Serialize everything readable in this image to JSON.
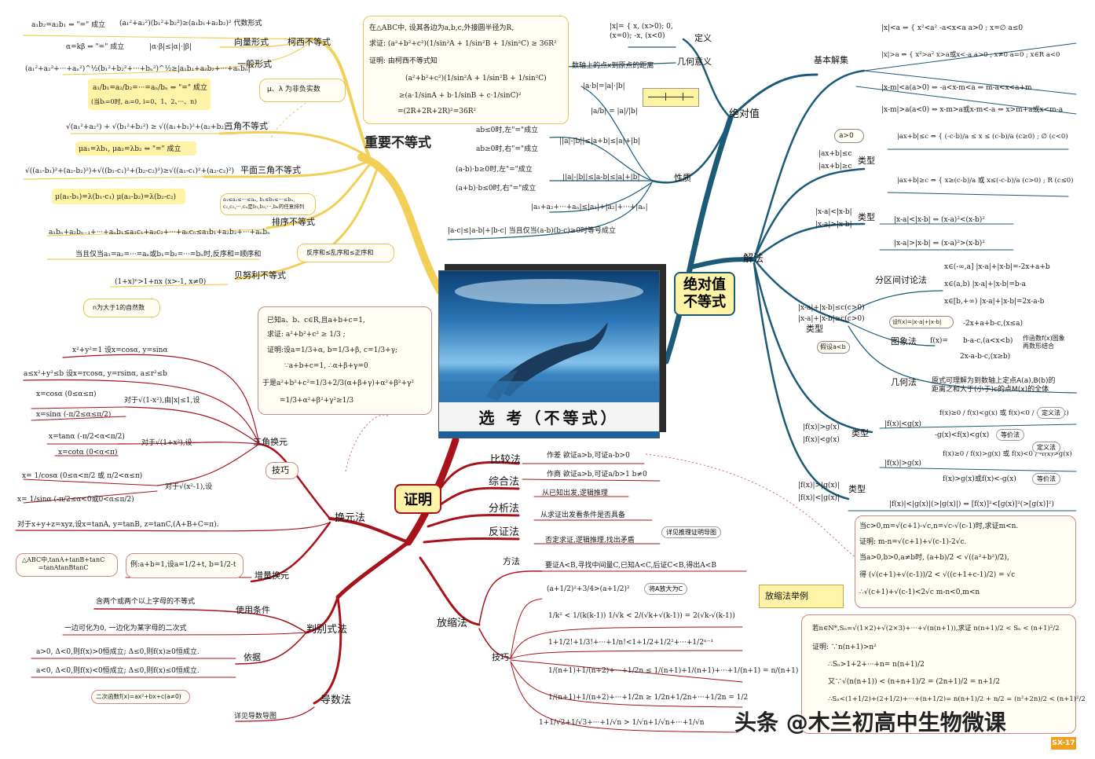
{
  "center": {
    "title": "选 考（不等式）",
    "picture": "dolphin-photo"
  },
  "important": {
    "title": "重要不等式",
    "cauchy": {
      "title": "柯西不等式",
      "eq_condition": "a₁b₂=a₂b₁ ⇔ \"=\" 成立",
      "formula": "(a₁²+a₂²)(b₁²+b₂²)≥(a₁b₁+a₂b₂)² 代数形式",
      "vector_cond": "α=kβ ⇔ \"=\" 成立",
      "vector": "|α·β|≤|α|·|β|",
      "vector_label": "向量形式",
      "general": "(a₁²+a₂²+···+aₙ²)^½(b₁²+b₂²+···+bₙ²)^½≥|a₁b₁+a₂b₂+···+aₙbₙ|",
      "general_label": "一般形式",
      "general_cond": "a₁/b₁=a₂/b₂=···=aₙ/bₙ ⇔ \"=\" 成立",
      "general_cond2": "(当bᵢ=0时, aᵢ=0, i=0、1、2、···、n)",
      "lambda_note": "μ、λ 为非负实数"
    },
    "triangle": {
      "title": "三角不等式",
      "formula": "√(a₁²+a₂²) + √(b₁²+b₂²) ≥ √((a₁+b₁)²+(a₂+b₂)²)",
      "cond": "μa₁=λb₁, μa₂=λb₂ ⇔ \"=\" 成立",
      "plane_title": "平面三角不等式",
      "plane": "√((a₁-b₁)²+(a₂-b₂)²)+√((b₁-c₁)²+(b₂-c₂)²)≥√((a₁-c₁)²+(a₂-c₂)²)",
      "plane_cond": "μ(a₁-b₁)=λ(b₁-c₁)  μ(a₂-b₂)=λ(b₂-c₂)"
    },
    "rearrange": {
      "title": "排序不等式",
      "premise": "a₁≤a₂≤···≤aₙ, b₁≤b₂≤···≤bₙ, c₁,c₂,···,cₙ是b₁,b₂,···,bₙ的任意排列",
      "formula": "a₁bₙ+a₂bₙ₋₁+···+aₙb₁≤a₁c₁+a₂c₂+···+aₙcₙ≤a₁b₁+a₂b₂+···+aₙbₙ",
      "cond": "当且仅当a₁=a₂=···=aₙ或b₁=b₂=···=bₙ时,反序和=顺序和",
      "note": "反序和≤乱序和≤正序和"
    },
    "bernoulli": {
      "title": "贝努利不等式",
      "formula": "(1+x)ⁿ>1+nx    (x>-1, x≠0)",
      "note": "n为大于1的自然数"
    },
    "proof_box": {
      "line1": "在△ABC中, 设其各边为a,b,c,外接圆半径为R,",
      "line2": "求证: (a²+b²+c²)(1/sin²A + 1/sin²B + 1/sin²C) ≥ 36R²",
      "line3": "证明: 由柯西不等式知",
      "line4": "(a²+b²+c²)(1/sin²A + 1/sin²B + 1/sin²C)",
      "line5": "≥(a·1/sinA + b·1/sinB + c·1/sinC)²",
      "line6": "=(2R+2R+2R)²=36R²"
    }
  },
  "absolute": {
    "title": "绝对值",
    "definition": "定义",
    "def_formula": "|x|= { x, (x>0); 0, (x=0); -x, (x<0)",
    "geometry": "几何意义",
    "geometry_text": "数轴上的点x到原点的距离",
    "property": "性质",
    "props": [
      "|a·b|=|a|·|b|",
      "|a/b| = |a|/|b|",
      "||a|-|b||≤|a+b|≤|a|+|b|",
      "||a|-|b||≤|a-b|≤|a|+|b|",
      "|a₁+a₂+···+aₙ|≤|a₁|+|a₂|+···+|aₙ|",
      "|a-c|≤|a-b|+|b-c|  当且仅当(a-b)(b-c)≥0时等号成立"
    ],
    "conds": [
      "ab≤0时,左\"=\"成立",
      "ab≥0时,右\"=\"成立",
      "(a-b)·b≥0时,左\"=\"成立",
      "(a+b)·b≤0时,右\"=\"成立"
    ]
  },
  "abs_ineq": {
    "title": "绝对值\n不等式",
    "solve": "解法",
    "basic": "基本解集",
    "basic_items": [
      "|x|<a ⇔ { x²<a²  -a<x<a  a>0 ; x=∅  a≤0",
      "|x|>a ⇔ { x²>a²  x>a或x<-a  a>0 ; x≠0  a=0 ; x∈R  a<0",
      "|x-m|<a(a>0) ⇔ -a<x-m<a ⇔ m-a<x<a+m",
      "|x-m|>a(a<0) ⇔ x-m>a或x-m<-a ⇔ x>m+a或x<m-a"
    ],
    "type": "类型",
    "type1": [
      "|ax+b|≤c",
      "|ax+b|≥c"
    ],
    "type1_note": "a>0",
    "type1_items": [
      "|ax+b|≤c ⇔ { (-c-b)/a ≤ x ≤ (c-b)/a  (c≥0) ; ∅  (c<0)",
      "|ax+b|≥c ⇔ { x≥(c-b)/a 或 x≤(-c-b)/a  (c>0) ; R  (c≤0)"
    ],
    "type2": [
      "|x-a|<|x-b|",
      "|x-a|>|x-b|"
    ],
    "type2_items": [
      "|x-a|<|x-b| ⇔ (x-a)²<(x-b)²",
      "|x-a|>|x-b| ⇔ (x-a)²>(x-b)²"
    ],
    "type3": [
      "|x-a|+|x-b|≤c(c>0)",
      "|x-a|+|x-b|≥c(c>0)"
    ],
    "type3_note": "假设a<b",
    "partition": "分区间讨论法",
    "partition_items": [
      "x∈(-∞,a]   |x-a|+|x-b|=-2x+a+b",
      "x∈(a,b)   |x-a|+|x-b|=b-a",
      "x∈[b,+∞)   |x-a|+|x-b|=2x-a-b"
    ],
    "graph": "图象法",
    "graph_note": "设f(x)=|x-a|+|x-b|",
    "graph_items": [
      "-2x+a+b-c,(x≤a)",
      "b-a-c,(a<x<b)",
      "2x-a-b-c,(x≥b)"
    ],
    "graph_label": "作函数f(x)图象\n再数形结合",
    "geo": "几何法",
    "geo_text": "原式可理解为到数轴上定点A(a),B(b)的\n距离之和大于(小于)c的点M(x)的全体",
    "type4": [
      "|f(x)|>g(x)",
      "|f(x)|<g(x)"
    ],
    "type4_items": [
      "|f(x)|<g(x)",
      "-g(x)<f(x)<g(x)",
      "|f(x)|>g(x)",
      "f(x)>g(x)或f(x)<-g(x)"
    ],
    "def_method": "定义法",
    "equiv_method": "等价法",
    "type5": [
      "|f(x)|>|g(x)|",
      "|f(x)|<|g(x)|"
    ],
    "type5_item": "|f(x)|<|g(x)|(>|g(x)|) ⇔ [f(x)]²<[g(x)]²(>[g(x)]²)"
  },
  "proof": {
    "title": "证明",
    "compare": "比较法",
    "compare_items": [
      "作差 欲证a>b,可证a-b>0",
      "作商 欲证a>b,可证a/b>1  b≠0"
    ],
    "synth": "综合法",
    "synth_item": "从已知出发,逻辑推理",
    "analysis": "分析法",
    "analysis_item": "从求证出发看条件是否具备",
    "contra": "反证法",
    "contra_item": "否定求证,逻辑推理,找出矛盾",
    "contra_note": "详见推理证明导图",
    "scale": "放缩法",
    "scale_method": "方法",
    "scale_method_item": "要证A<B,寻找中间量C,已知A<C,后证C<B,得出A<B",
    "scale_tip": "技巧",
    "scale_note": "将A放大为C",
    "scale_items": [
      "(a+1/2)²+3/4>(a+1/2)²",
      "1/k² < 1/(k(k-1))     1/√k < 2/(√k+√(k-1)) = 2(√k-√(k-1))",
      "1+1/2!+1/3!+···+1/n!<1+1/2+1/2²+···+1/2ⁿ⁻¹",
      "1/(n+1)+1/(n+2)+···+1/2n ≤ 1/(n+1)+1/(n+1)+···+1/(n+1) = n/(n+1)",
      "1/(n+1)+1/(n+2)+···+1/2n ≥ 1/2n+1/2n+···+1/2n = 1/2",
      "1+1/√2+1/√3+···+1/√n > 1/√n+1/√n+···+1/√n"
    ],
    "example_title": "放缩法举例",
    "example1": [
      "当c>0,m=√(c+1)-√c,n=√c-√(c-1)时,求证m<n.",
      "证明: m-n=√(c+1)+√(c-1)-2√c.",
      "当a>0,b>0,a≠b时, (a+b)/2 < √((a²+b²)/2),",
      "得 (√(c+1)+√(c-1))/2 < √((c+1+c-1)/2) = √c",
      "∴√(c+1)+√(c-1)<2√c   m-n<0,m<n"
    ],
    "example2": [
      "若n∈N*,Sₙ=√(1×2)+√(2×3)+···+√(n(n+1)),求证 n(n+1)/2 < Sₙ < (n+1)²/2",
      "证明: ∵n(n+1)>n²",
      "∴Sₙ>1+2+···+n= n(n+1)/2",
      "又∵√(n(n+1)) < (n+n+1)/2 = (2n+1)/2 = n+1/2",
      "∴Sₙ<(1+1/2)+(2+1/2)+···+(n+1/2)= n(n+1)/2 + n/2 = (n²+2n)/2 < (n+1)²/2"
    ]
  },
  "substitution": {
    "title": "换元法",
    "trig": "三角换元",
    "tip": "技巧",
    "trig_items": [
      "x²+y²=1      设x=cosα, y=sinα",
      "a≤x²+y²≤b      设x=rcosα, y=rsinα, a≤r²≤b",
      "对于√(1-x²),由|x|≤1,设",
      "x=cosα (0≤α≤π)",
      "x=sinα (-π/2≤α≤π/2)",
      "对于√(1+x²),设",
      "x=tanα (-π/2<α<π/2)",
      "x=cotα (0<α<π)",
      "对于√(x²-1),设",
      "x= 1/cosα  (0≤α<π/2 或 π/2<α≤π)",
      "x= 1/sinα  (-π/2≤α<0或0<α≤π/2)",
      "对于x+y+z=xyz,设x=tanA, y=tanB, z=tanC,(A+B+C=π)."
    ],
    "tri_note": "△ABC中,tanA+tanB+tanC\n=tanAtanBtanC",
    "incr": "增量换元",
    "incr_item": "例:a+b=1,设a=1/2+t, b=1/2-t",
    "proof_box": [
      "已知a、b、c∈R,且a+b+c=1,",
      "求证: a²+b²+c² ≥ 1/3 ;",
      "证明:设a=1/3+α, b=1/3+β, c=1/3+γ;",
      "∵a+b+c=1, ∴α+β+γ=0",
      "于是a²+b²+c²=1/3+2/3(α+β+γ)+α²+β²+γ²",
      "=1/3+α²+β²+γ²≥1/3"
    ]
  },
  "discriminant": {
    "title": "判别式法",
    "use": "使用条件",
    "use_items": [
      "含两个或两个以上字母的不等式",
      "一边可化为0, 一边化为某字母的二次式"
    ],
    "basis": "依据",
    "basis_items": [
      "a>0, Δ<0,则f(x)>0恒成立;    Δ≤0,则f(x)≥0恒成立.",
      "a<0, Δ<0,则f(x)<0恒成立;    Δ≤0,则f(x)≤0恒成立."
    ],
    "basis_note": "二次函数f(x)=ax²+bx+c(a≠0)"
  },
  "derivative": {
    "title": "导数法",
    "item": "详见导数导图"
  },
  "watermark": "头条 @木兰初高中生物微课",
  "page_tag": "SX-17",
  "colors": {
    "yellow": "#f4d25a",
    "blue": "#1c5b78",
    "red": "#a8131b",
    "darkred": "#7a1a1a"
  }
}
